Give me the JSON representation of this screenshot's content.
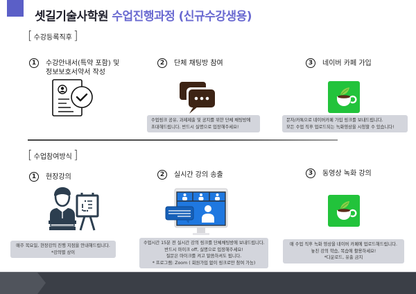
{
  "header": {
    "title_part1": "셋길기술사학원",
    "title_part2": "수업진행과정 (신규수강생용)",
    "accent_color": "#5b5fc7",
    "title_accent_color": "#6a6ad1"
  },
  "section1": {
    "label": "수강등록직후",
    "steps": [
      {
        "number": "1",
        "label_line1": "수강안내서(특약 포함) 및",
        "label_line2": "정보보호서약서 작성",
        "icon": "document-check-icon"
      },
      {
        "number": "2",
        "label": "단체 채팅방 참여",
        "icon": "chat-bubbles-icon",
        "note": [
          "수업링크 공유, 과제제출 및 공지를 위한 단체 채팅방에",
          "초대해드립니다. 반드시 실명으로 입장해주세요!"
        ]
      },
      {
        "number": "3",
        "label": "네이버 카페 가입",
        "icon": "naver-cafe-icon",
        "note": [
          "문자/카톡으로 네이버카페 가입 링크를 보내드립니다.",
          "모든 수업 직후 업로드되는 녹화영상을 시청할 수 있습니다!"
        ]
      }
    ]
  },
  "section2": {
    "label": "수업참여방식",
    "steps": [
      {
        "number": "1",
        "label": "현장강의",
        "icon": "lecturer-presentation-icon",
        "note": [
          "매주 목요일, 현장강의 진행 지점을 안내해드립니다.",
          "*강의별 상이"
        ]
      },
      {
        "number": "2",
        "label": "실시간 강의 송출",
        "icon": "video-conference-monitor-icon",
        "note": [
          "수업시간 15분 전 실시간 강의 링크를 단체채팅방에 보내드립니다.",
          "반드시 마이크 off, 실명으로 입장해주세요!",
          "질문은 마이크를 켜고 말씀하셔도 됩니다.",
          "* 프로그램: Zoom ( 회원가입 없이 링크로만 참여 가능)"
        ]
      },
      {
        "number": "3",
        "label": "동영상 녹화 강의",
        "icon": "naver-cafe-icon",
        "note": [
          "매 수업 직후 녹화 영상을 네이버 카페에 업로드해드립니다.",
          "놓친 강의 학습, 복습에 활용하세요!",
          "*다운로드, 유출 금지"
        ]
      }
    ]
  },
  "footer": {
    "color": "#3b3f47"
  }
}
